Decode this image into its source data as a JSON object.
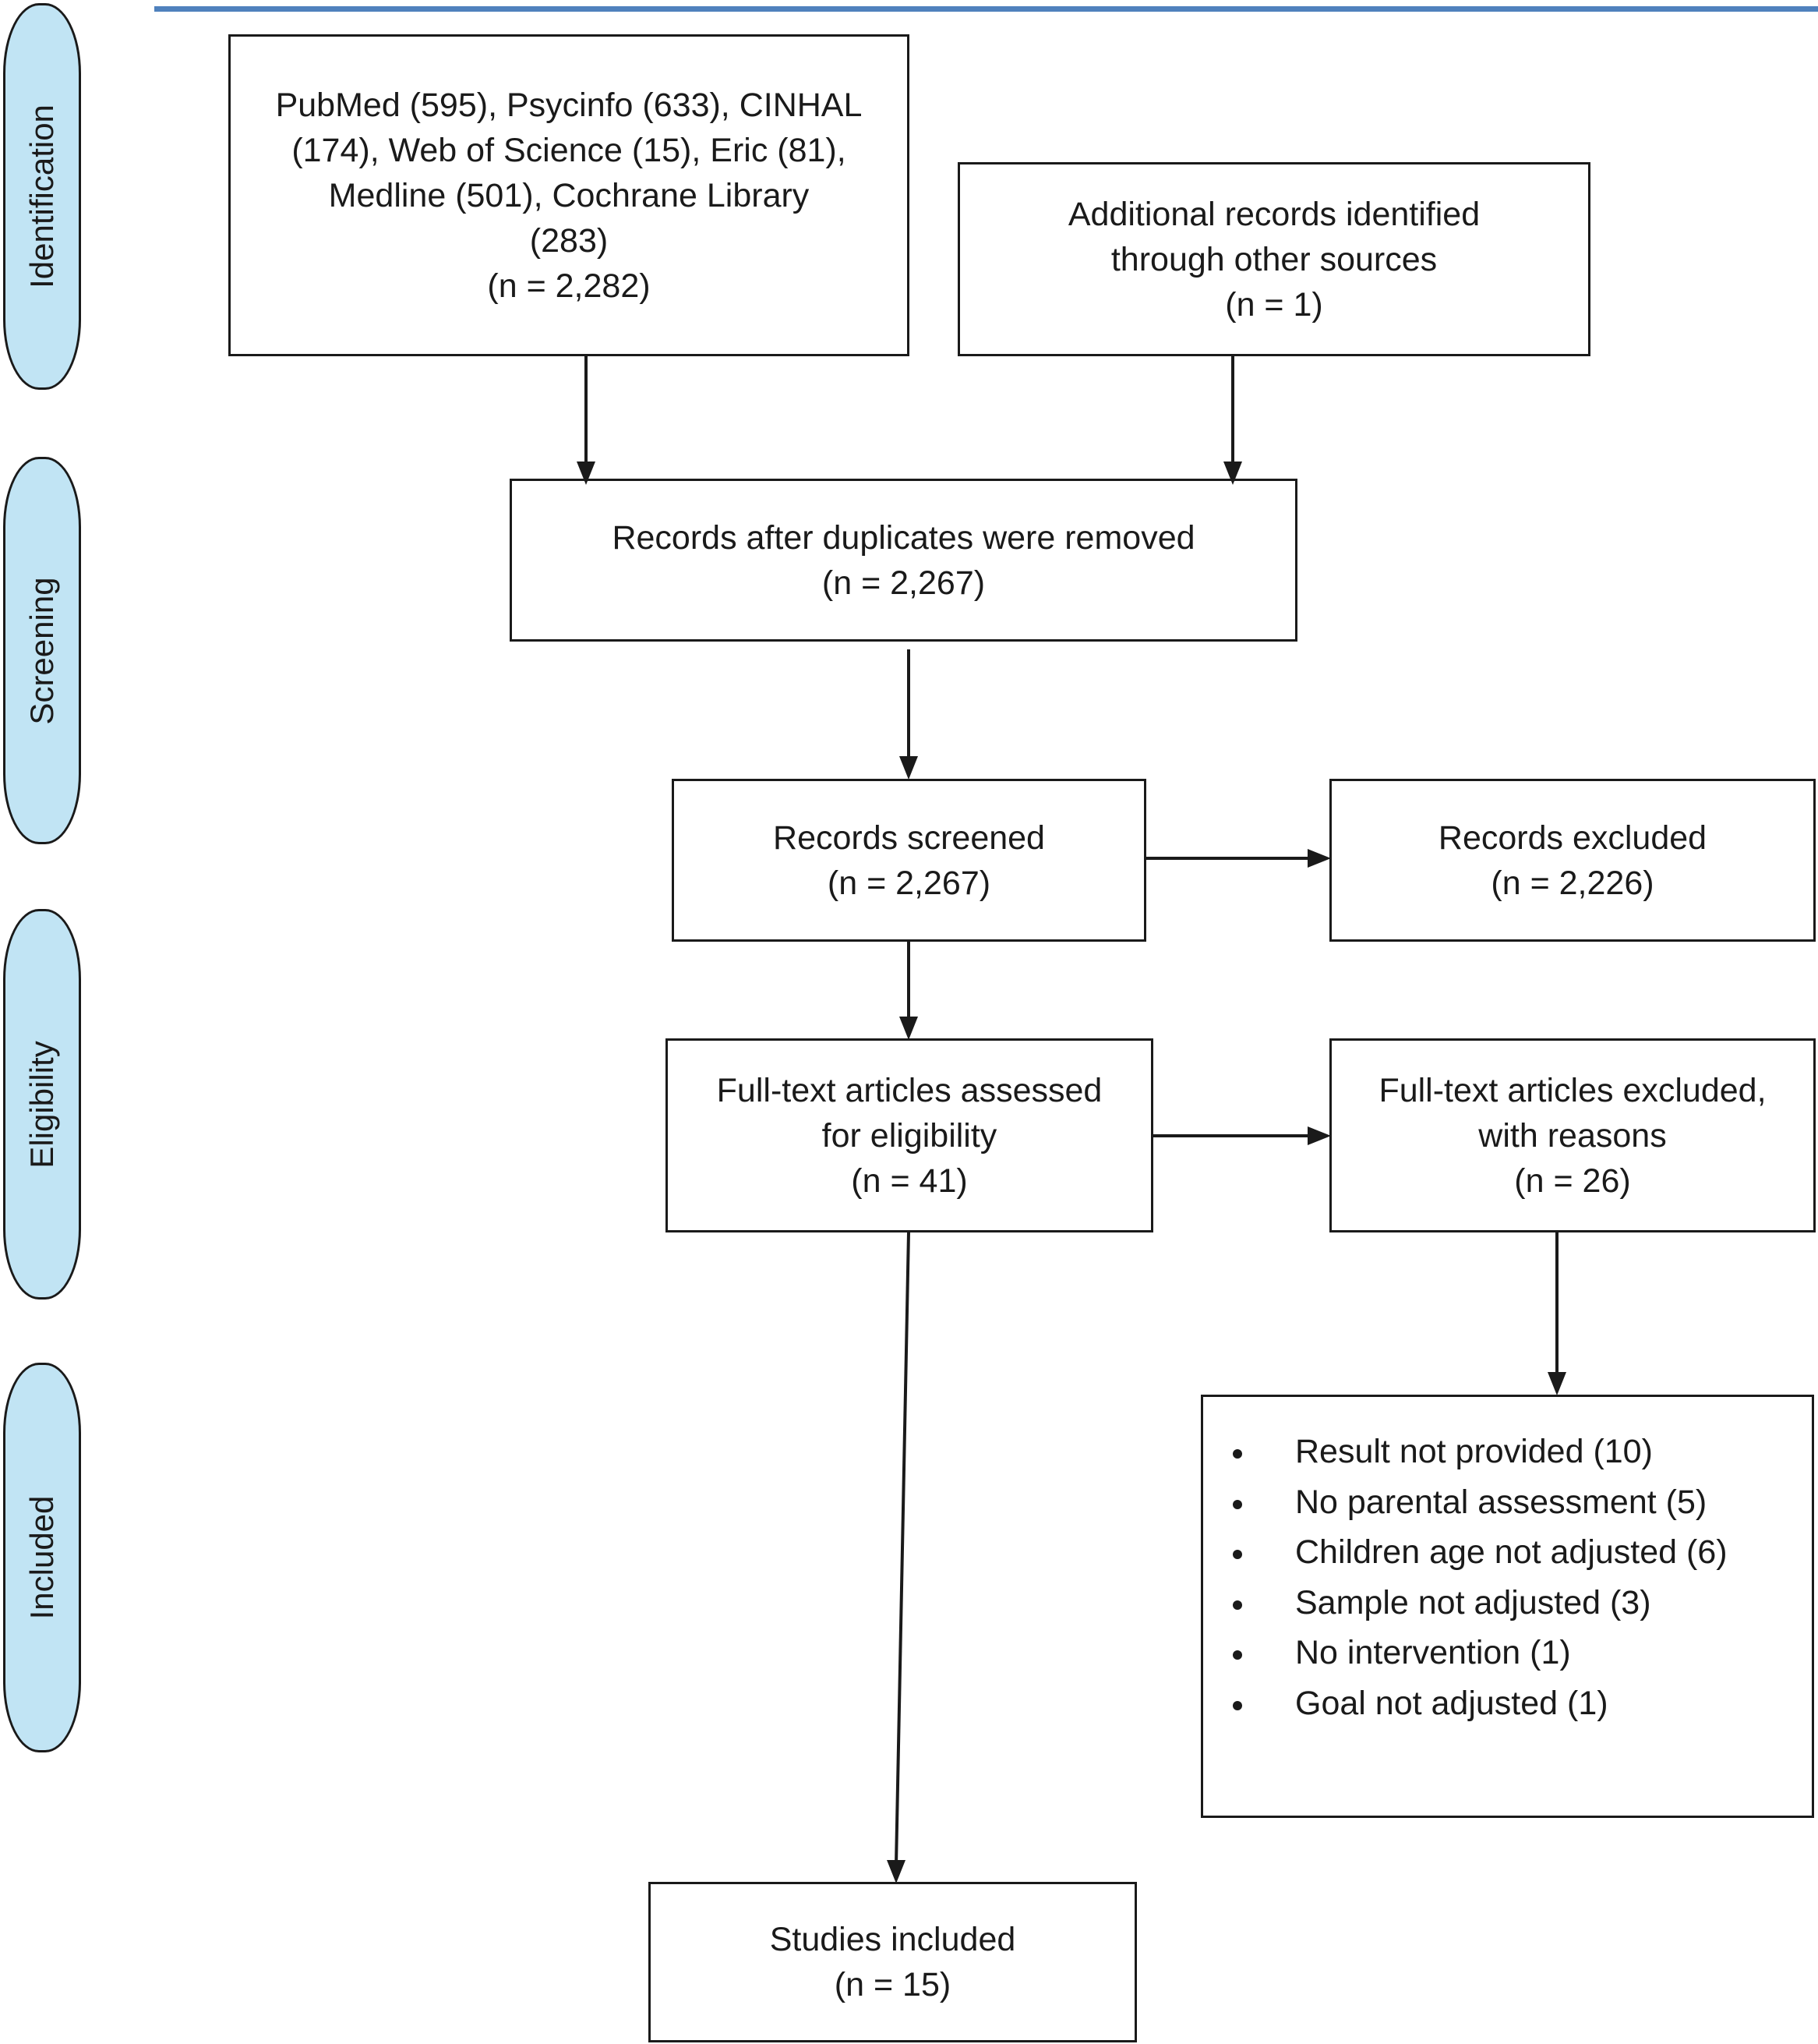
{
  "phases": {
    "identification": "Identification",
    "screening": "Screening",
    "eligibility": "Eligibility",
    "included": "Included"
  },
  "boxes": {
    "databases": [
      "PubMed (595), Psycinfo (633), CINHAL",
      "(174), Web of Science (15), Eric (81),",
      "Medline (501), Cochrane Library",
      "(283)",
      "(n = 2,282)"
    ],
    "additional": [
      "Additional records identified",
      "through other sources",
      "(n = 1)"
    ],
    "duplicates_removed": [
      "Records after duplicates were removed",
      "(n = 2,267)"
    ],
    "screened": [
      "Records screened",
      "(n = 2,267)"
    ],
    "excluded": [
      "Records excluded",
      "(n = 2,226)"
    ],
    "fulltext_assessed": [
      "Full-text articles assessed",
      "for eligibility",
      "(n = 41)"
    ],
    "fulltext_excluded": [
      "Full-text articles excluded,",
      "with reasons",
      "(n = 26)"
    ],
    "studies_included": [
      "Studies included",
      "(n = 15)"
    ]
  },
  "exclusion_reasons": [
    "Result not provided (10)",
    "No parental assessment (5)",
    "Children age not adjusted (6)",
    "Sample not adjusted (3)",
    "No intervention (1)",
    "Goal not adjusted (1)"
  ],
  "colors": {
    "phase_fill": "#c1e4f4",
    "top_rule": "#4f81bd",
    "stroke": "#1a1a1a"
  }
}
